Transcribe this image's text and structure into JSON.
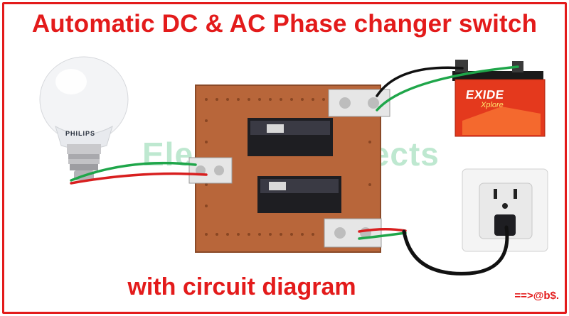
{
  "title": "Automatic DC & AC Phase changer switch",
  "subtitle": "with circuit diagram",
  "credit": "==>@b$.",
  "watermark": "Electrical Projects",
  "bulb": {
    "brand": "PHILIPS"
  },
  "battery": {
    "brand": "EXIDE",
    "model": "Xplore"
  },
  "colors": {
    "accent": "#e31b1b",
    "board": "#b8663a",
    "battery": "#e4391d"
  }
}
